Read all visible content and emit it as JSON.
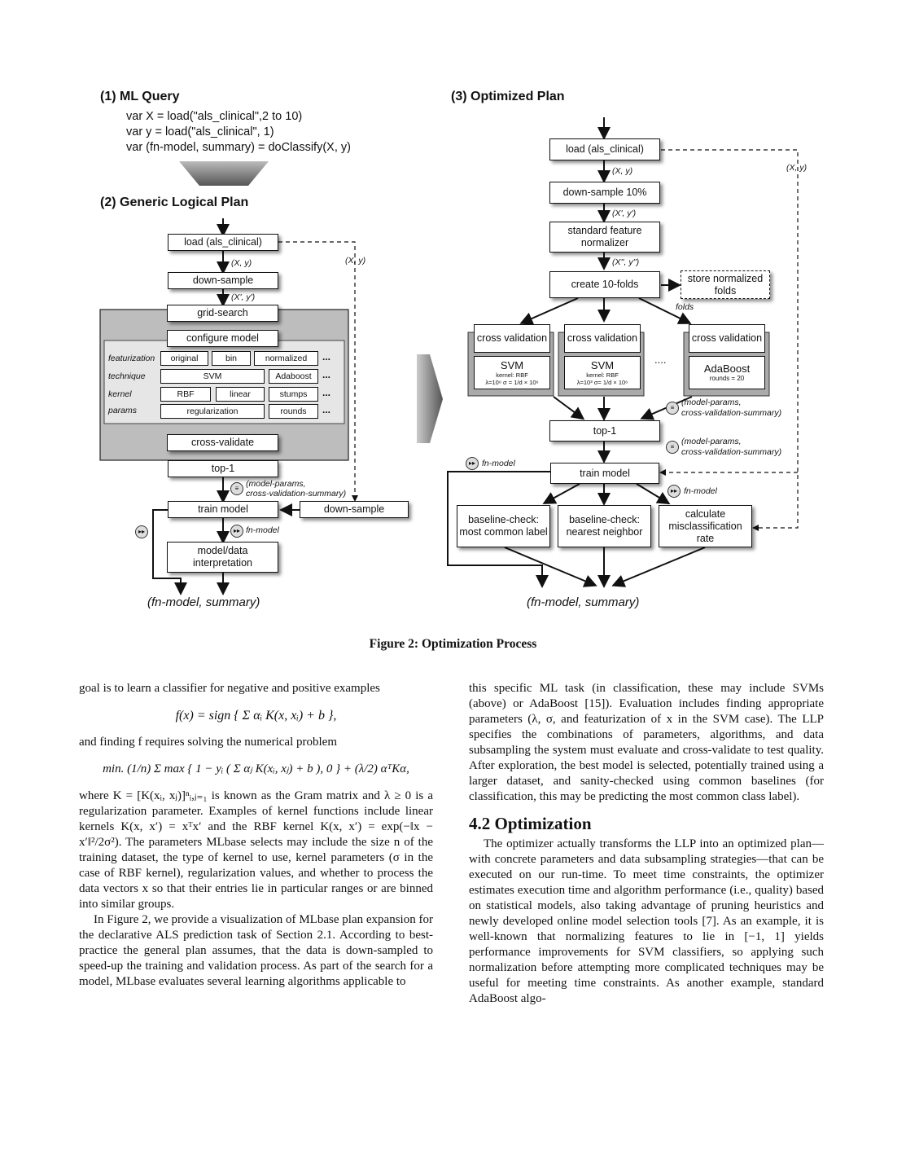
{
  "figure": {
    "ml_query": {
      "title": "(1) ML Query",
      "lines": [
        "var X = load(\"als_clinical\",2 to 10)",
        "var y = load(\"als_clinical\", 1)",
        "var (fn-model, summary) = doClassify(X, y)"
      ]
    },
    "logical_plan": {
      "title": "(2) Generic Logical Plan",
      "load": "load (als_clinical)",
      "downsample": "down-sample",
      "grid_search": "grid-search",
      "configure_model": "configure model",
      "rows": {
        "featurization": {
          "label": "featurization",
          "items": [
            "original",
            "bin",
            "normalized",
            "..."
          ]
        },
        "technique": {
          "label": "technique",
          "items": [
            "SVM",
            "Adaboost",
            "..."
          ]
        },
        "kernel": {
          "label": "kernel",
          "items": [
            "RBF",
            "linear",
            "stumps",
            "..."
          ]
        },
        "params": {
          "label": "params",
          "items": [
            "regularization",
            "rounds",
            "..."
          ]
        }
      },
      "cross_validate": "cross-validate",
      "top1": "top-1",
      "train_model": "train model",
      "downsample2": "down-sample",
      "interpretation": "model/data interpretation",
      "xy": "(X, y)",
      "xy_prime": "(X', y')",
      "xy_side": "(X, y)",
      "model_params": "(model-params,",
      "cv_summary": "cross-validation-summary)",
      "fn_model": "fn-model",
      "output": "(fn-model, summary)"
    },
    "optimized_plan": {
      "title": "(3) Optimized Plan",
      "load": "load (als_clinical)",
      "downsample": "down-sample 10%",
      "normalizer": "standard feature normalizer",
      "create_folds": "create 10-folds",
      "store": "store normalized folds",
      "folds": "folds",
      "cv": "cross validation",
      "svm": "SVM",
      "svm_kernel": "kernel: RBF",
      "svm1_params": "λ=10⁶  σ = 1/d × 10⁶",
      "svm2_params": "λ=10³  σ= 1/d × 10⁶",
      "ellipsis": "....",
      "adaboost": "AdaBoost",
      "adaboost_rounds": "rounds = 20",
      "top1": "top-1",
      "train_model": "train model",
      "baseline1": "baseline-check: most common label",
      "baseline2": "baseline-check: nearest neighbor",
      "misclass": "calculate misclassification rate",
      "xy": "(X, y)",
      "xy_prime": "(X', y')",
      "xy_dprime": "(X'', y'')",
      "xy_side": "(X, y)",
      "model_params": "(model-params,",
      "cv_summary": "cross-validation-summary)",
      "fn_model": "fn-model",
      "output": "(fn-model, summary)"
    },
    "caption": "Figure 2: Optimization Process"
  },
  "left_column": {
    "intro": "goal is to learn a classifier for negative and positive examples",
    "eq1": "f(x) = sign { Σ αᵢ K(x, xᵢ) + b },",
    "mid": "and finding f requires solving the numerical problem",
    "eq2": "min. (1/n) Σ max { 1 − yᵢ ( Σ αⱼ K(xᵢ, xⱼ) + b ), 0 } + (λ/2) αᵀKα,",
    "p1": "where K = [K(xᵢ, xⱼ)]ⁿᵢ,ⱼ₌₁ is known as the Gram matrix and λ ≥ 0 is a regularization parameter. Examples of kernel functions include linear kernels K(x, x′) = xᵀx′ and the RBF kernel K(x, x′) = exp(−‖x − x′‖²/2σ²). The parameters MLbase selects may include the size n of the training dataset, the type of kernel to use, kernel parameters (σ in the case of RBF kernel), regularization values, and whether to process the data vectors x so that their entries lie in particular ranges or are binned into similar groups.",
    "p2": "In Figure 2, we provide a visualization of MLbase plan expansion for the declarative ALS prediction task of Section 2.1. According to best-practice the general plan assumes, that the data is down-sampled to speed-up the training and validation process. As part of the search for a model, MLbase evaluates several learning algorithms applicable to"
  },
  "right_column": {
    "p1": "this specific ML task (in classification, these may include SVMs (above) or AdaBoost [15]). Evaluation includes finding appropriate parameters (λ, σ, and featurization of x in the SVM case). The LLP specifies the combinations of parameters, algorithms, and data subsampling the system must evaluate and cross-validate to test quality. After exploration, the best model is selected, potentially trained using a larger dataset, and sanity-checked using common baselines (for classification, this may be predicting the most common class label).",
    "section": "4.2   Optimization",
    "p2": "The optimizer actually transforms the LLP into an optimized plan—with concrete parameters and data subsampling strategies—that can be executed on our run-time. To meet time constraints, the optimizer estimates execution time and algorithm performance (i.e., quality) based on statistical models, also taking advantage of pruning heuristics and newly developed online model selection tools [7]. As an example, it is well-known that normalizing features to lie in [−1, 1] yields performance improvements for SVM classifiers, so applying such normalization before attempting more complicated techniques may be useful for meeting time constraints. As another example, standard AdaBoost algo-"
  }
}
